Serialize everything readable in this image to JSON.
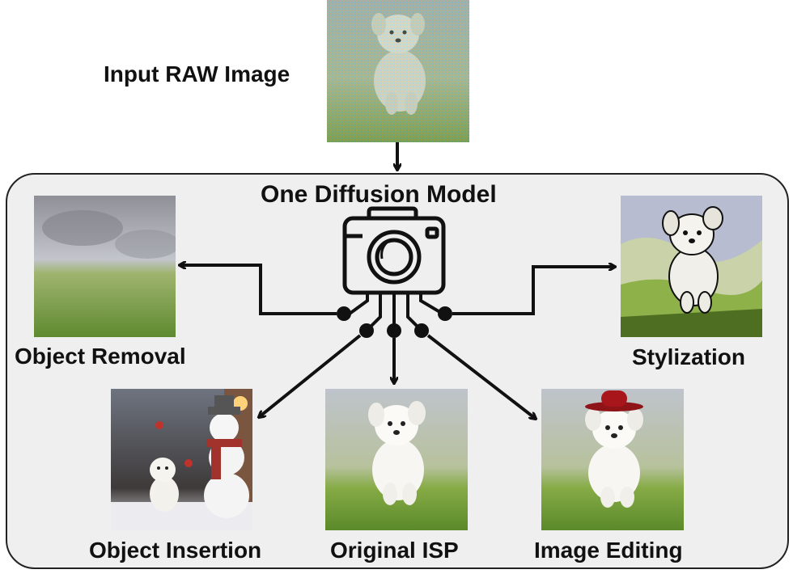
{
  "input": {
    "label": "Input RAW Image"
  },
  "model": {
    "label": "One Diffusion Model",
    "icon": "camera-icon"
  },
  "outputs": {
    "object_removal": "Object Removal",
    "stylization": "Stylization",
    "object_insertion": "Object Insertion",
    "original_isp": "Original ISP",
    "image_editing": "Image Editing"
  },
  "colors": {
    "panel": "#efefef",
    "line": "#111111",
    "grass": "#7fa84a",
    "sky": "#c9ccd3",
    "dog": "#f3f1ec"
  }
}
